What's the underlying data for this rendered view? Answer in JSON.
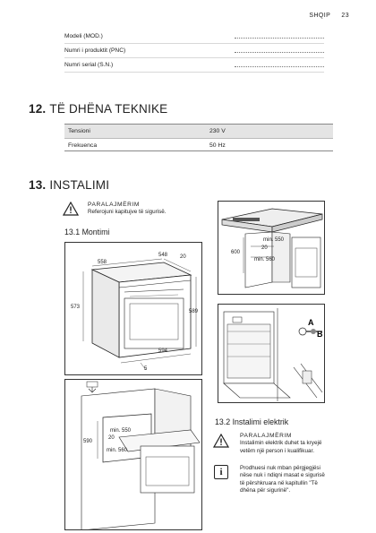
{
  "header": {
    "language": "SHQIP",
    "page_number": "23"
  },
  "identification": [
    {
      "label": "Modeli (MOD.)"
    },
    {
      "label": "Numri i produktit (PNC)"
    },
    {
      "label": "Numri serial (S.N.)"
    }
  ],
  "section12": {
    "number": "12.",
    "title": "TË DHËNA TEKNIKE",
    "table": [
      {
        "name": "Tensioni",
        "value": "230 V"
      },
      {
        "name": "Frekuenca",
        "value": "50 Hz"
      }
    ]
  },
  "section13": {
    "number": "13.",
    "title": "INSTALIMI",
    "warning": {
      "title": "PARALAJMËRIM",
      "text": "Referojuni kapitujve të sigurisë."
    },
    "sub1": "13.1 Montimi",
    "sub2": "13.2 Instalimi elektrik",
    "warning2": {
      "title": "PARALAJMËRIM",
      "line1": "Instalimin elektrik duhet ta kryejë",
      "line2": "vetëm një person i kualifikuar."
    },
    "info": {
      "line1": "Prodhuesi nuk mban përgjegjësi",
      "line2": "nëse nuk i ndiqni masat e sigurisë",
      "line3": "të përshkruara në kapitullin \"Të",
      "line4": "dhëna për sigurinë\"."
    }
  },
  "figures": {
    "oven_dims": {
      "w548": "548",
      "d20": "20",
      "w558": "558",
      "h573": "573",
      "h589": "589",
      "w594": "594",
      "d5": "5"
    },
    "cabinet_top": {
      "h600": "600",
      "min550": "min. 550",
      "d20": "20",
      "min560": "min. 560"
    },
    "cabinet_bottom": {
      "h590": "590",
      "min550": "min. 550",
      "d20": "20",
      "min560": "min. 560"
    },
    "screws": {
      "a": "A",
      "b": "B"
    }
  }
}
